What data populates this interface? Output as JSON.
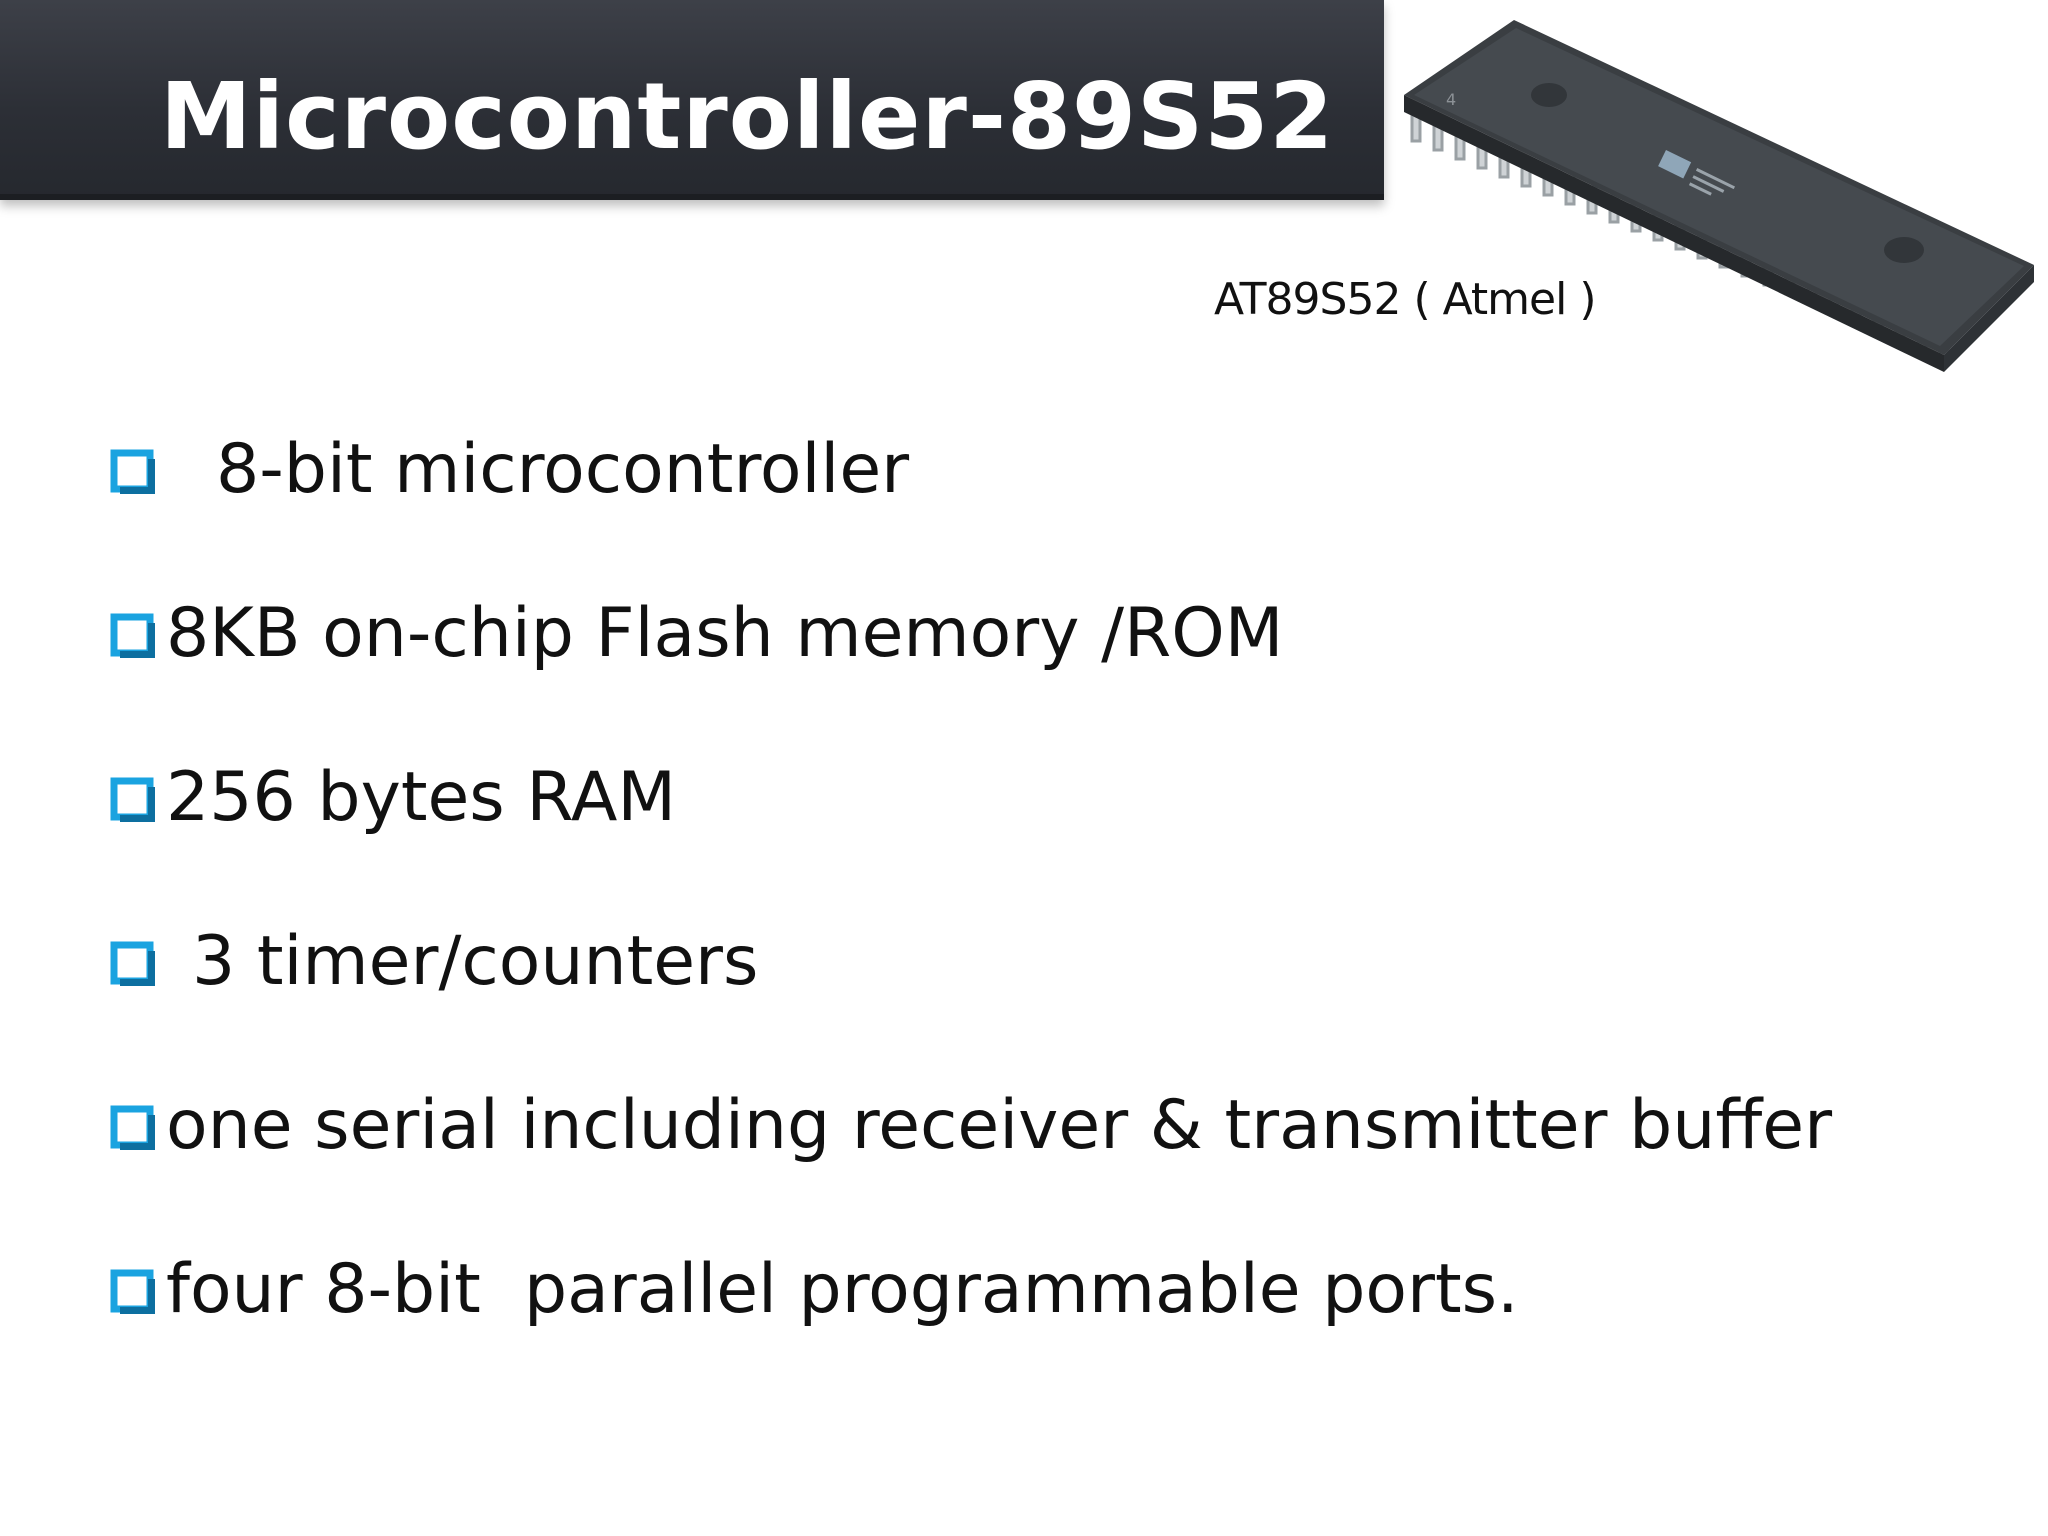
{
  "slide": {
    "title": "Microcontroller-89S52",
    "image_caption": "AT89S52 ( Atmel )",
    "bullets": [
      {
        "text": "8-bit microcontroller"
      },
      {
        "text": "8KB on-chip Flash memory /ROM"
      },
      {
        "text": "256 bytes RAM"
      },
      {
        "text": "3 timer/counters"
      },
      {
        "text": "one serial including receiver & transmitter buffer"
      },
      {
        "text": "four 8-bit  parallel programmable ports."
      }
    ]
  },
  "colors": {
    "bullet_box": "#1aa3e0",
    "title_bar": "#2c2f36",
    "text": "#111111"
  },
  "icons": {
    "bullet": "checkbox-square-icon",
    "image": "dip-chip-icon"
  }
}
